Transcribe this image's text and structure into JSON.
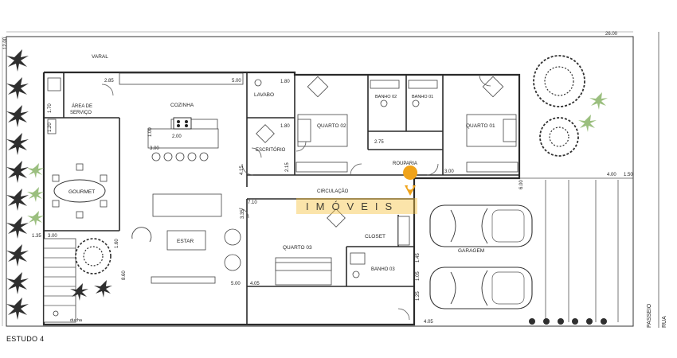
{
  "labels": {
    "varal": "VARAL",
    "area_servico_1": "ÁREA DE",
    "area_servico_2": "SERVIÇO",
    "cozinha": "COZINHA",
    "lavabo": "LAVABO",
    "escritorio": "ESCRITÓRIO",
    "quarto02": "QUARTO 02",
    "quarto01": "QUARTO 01",
    "banho02": "BANHO 02",
    "banho01": "BANHO 01",
    "rouparia": "ROUPARIA",
    "circulacao": "CIRCULAÇÃO",
    "gourmet": "GOURMET",
    "estar": "ESTAR",
    "quarto03": "QUARTO 03",
    "closet": "CLOSET",
    "banho03": "BANHO 03",
    "garagem": "GARAGEM",
    "passeio": "PASSEIO",
    "rua": "RUA",
    "ducha": "ducha",
    "caption": "ESTUDO 4",
    "watermark": "IMÓVEIS"
  },
  "dimensions": {
    "d_12_00": "12.00",
    "d_26_00": "26.00",
    "d_2_85": "2.85",
    "d_5_00_top": "5.00",
    "d_1_80a": "1.80",
    "d_1_80b": "1.80",
    "d_1_70": "1.70",
    "d_1_20": "1.20",
    "d_2_00": "2.00",
    "d_3_00": "3.00",
    "d_1_00": "1.00",
    "d_2_15": "2.15",
    "d_4_15": "4.15",
    "d_2_75": "2.75",
    "d_3_00b": "3.00",
    "d_4_00": "4.00",
    "d_1_50": "1.50",
    "d_6_00": "6.00",
    "d_7_10": "7.10",
    "d_3_35": "3.35",
    "d_1_35": "1.35",
    "d_3_00c": "3.00",
    "d_8_60": "8.60",
    "d_5_00_bot": "5.00",
    "d_4_05a": "4.05",
    "d_4_05b": "4.05",
    "d_1_45": "1.45",
    "d_1_05": "1.05",
    "d_1_25": "1.25",
    "d_1_60": "1.60"
  },
  "colors": {
    "wall": "#2a2a2a",
    "watermark_band": "#f6c343",
    "pin": "#f0a31a",
    "tree_dark": "#2f2f2f",
    "tree_green": "#9bbf7f"
  }
}
